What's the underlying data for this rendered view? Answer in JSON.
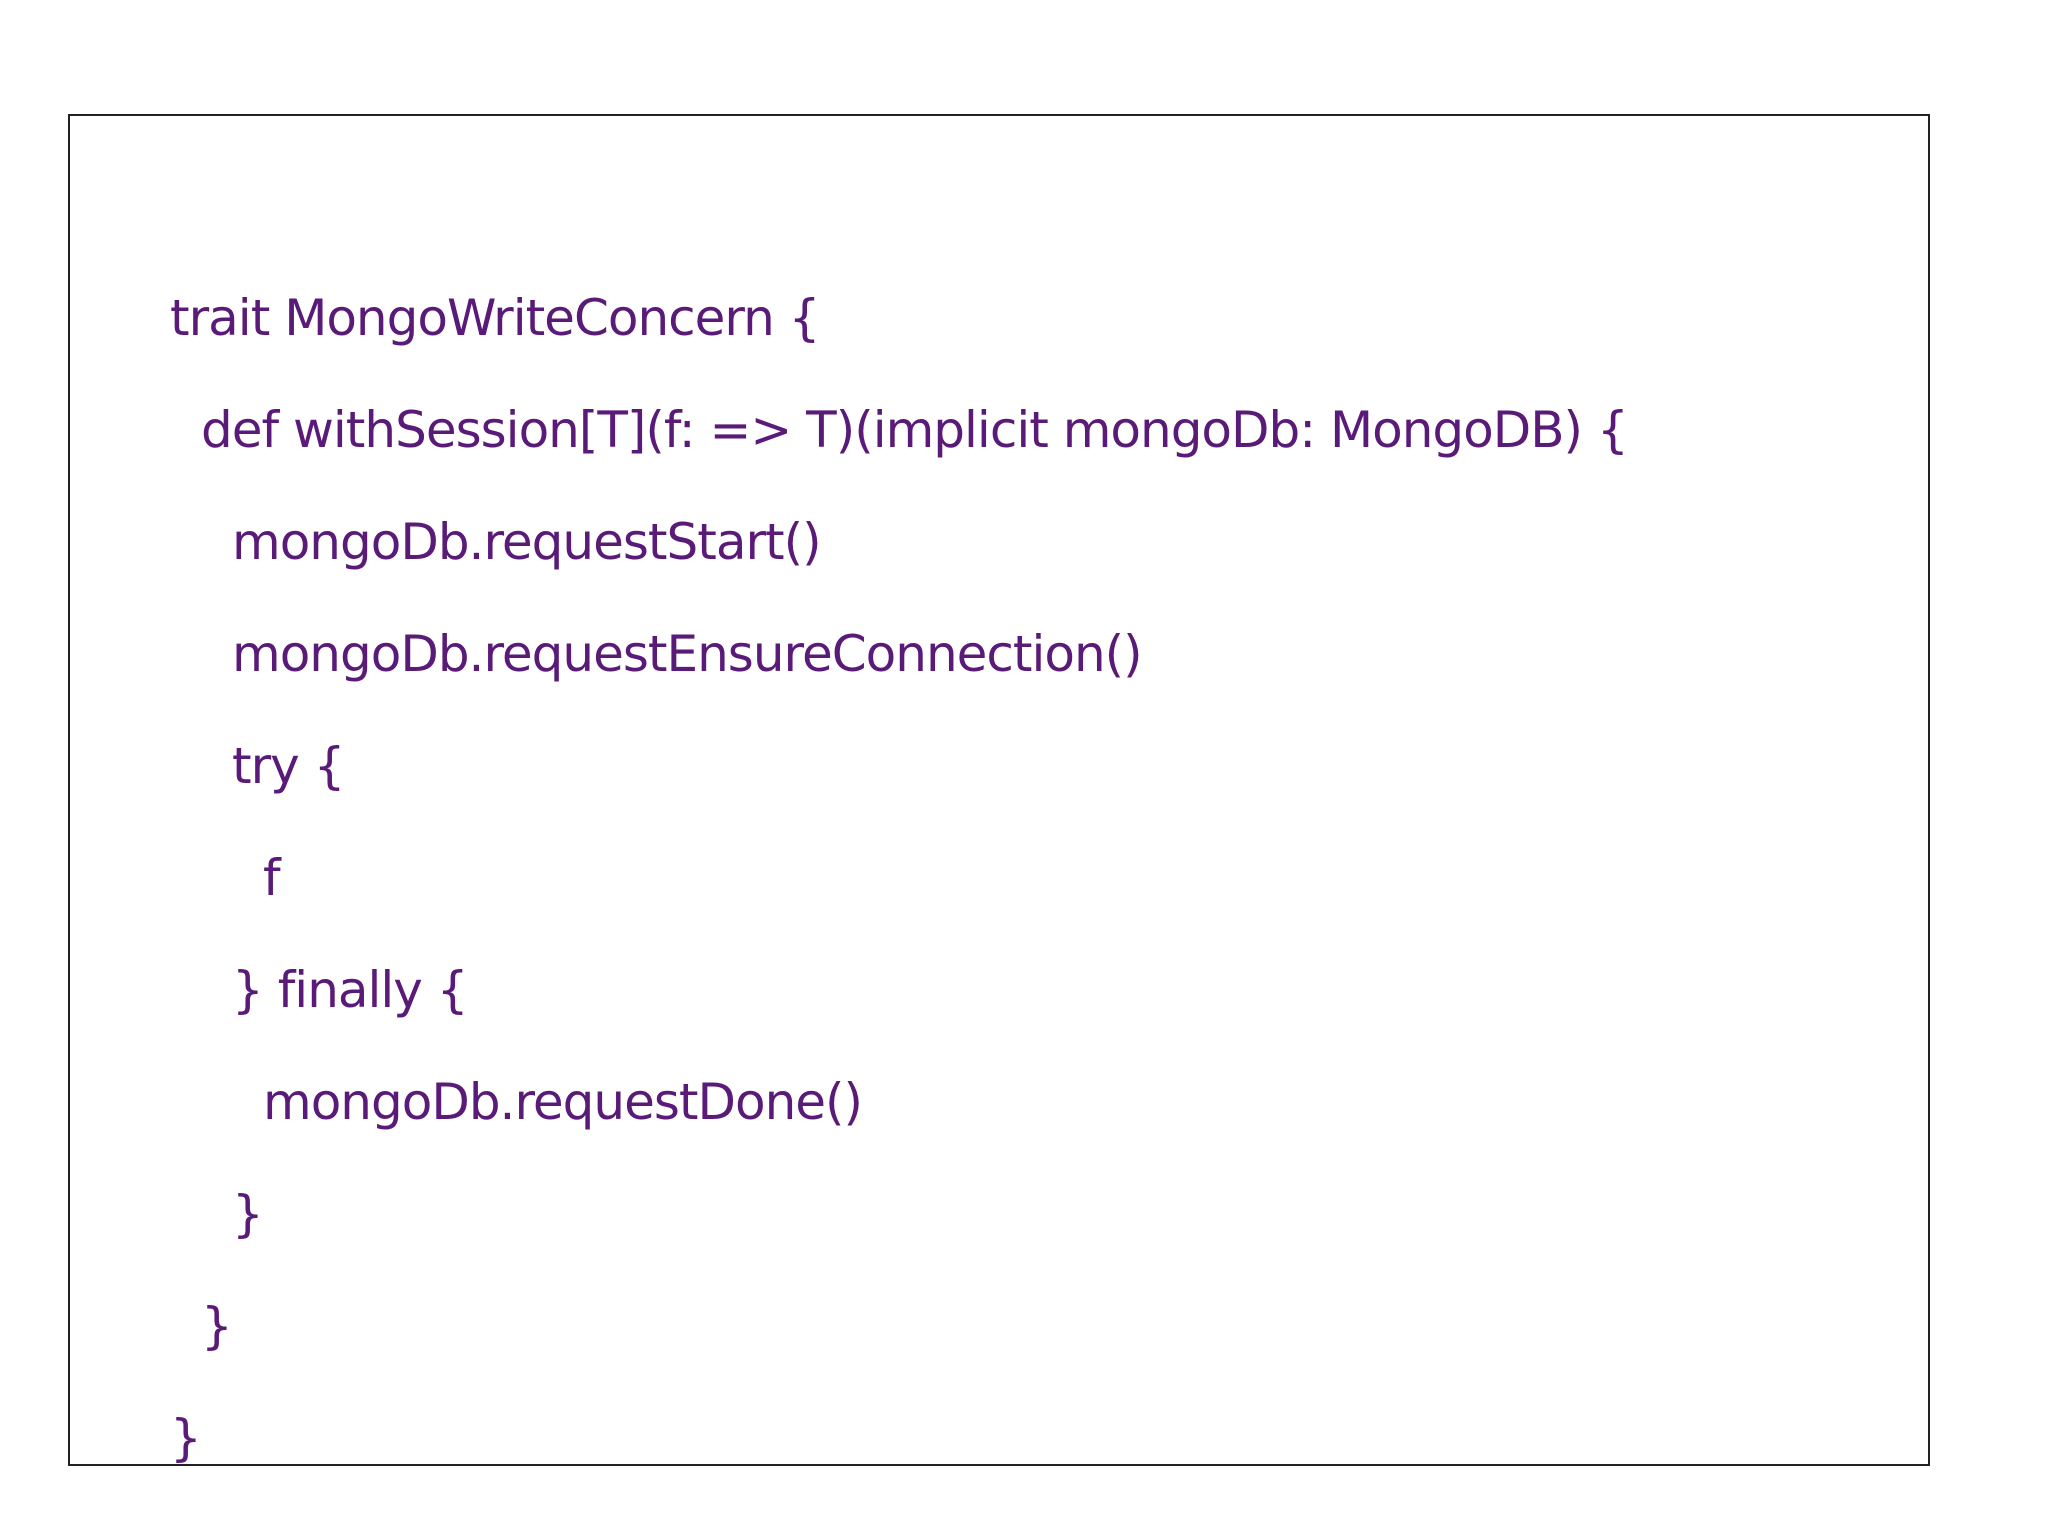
{
  "code": {
    "text_color": "#5a1a78",
    "lines": [
      "trait MongoWriteConcern {",
      "def withSession[T](f: => T)(implicit mongoDb: MongoDB) {",
      "mongoDb.requestStart()",
      "mongoDb.requestEnsureConnection()",
      "try {",
      "f",
      "} finally {",
      "mongoDb.requestDone()",
      "}",
      "}",
      "}"
    ]
  }
}
